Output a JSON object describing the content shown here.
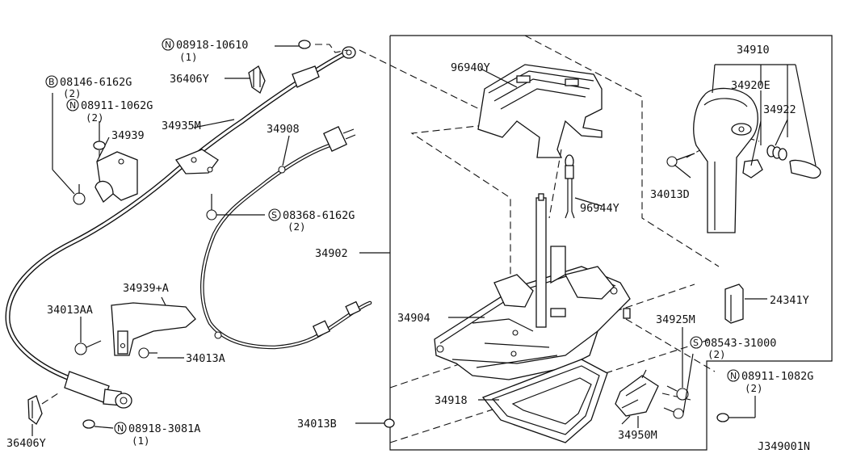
{
  "labels": {
    "p34910": "34910",
    "p96940y": "96940Y",
    "p34920e": "34920E",
    "p34922": "34922",
    "p34013d": "34013D",
    "p96944y": "96944Y",
    "p34902": "34902",
    "p24341y": "24341Y",
    "p34904": "34904",
    "p34925m": "34925M",
    "p34918": "34918",
    "p34950m": "34950M",
    "p34013b": "34013B",
    "p34908": "34908",
    "p34935m": "34935M",
    "p34939": "34939",
    "p36406y_top": "36406Y",
    "p34939a": "34939+A",
    "p34013aa": "34013AA",
    "p34013a": "34013A",
    "p36406y_bot": "36406Y",
    "diagram_code": "J349001N"
  },
  "fasteners": {
    "n_08918_10610": {
      "symbol": "N",
      "code": "08918-10610",
      "qty": "(1)"
    },
    "b_08146_6162g": {
      "symbol": "B",
      "code": "08146-6162G",
      "qty": "(2)"
    },
    "n_08911_1062g": {
      "symbol": "N",
      "code": "08911-1062G",
      "qty": "(2)"
    },
    "s_08368_6162g": {
      "symbol": "S",
      "code": "08368-6162G",
      "qty": "(2)"
    },
    "s_08543_31000": {
      "symbol": "S",
      "code": "08543-31000",
      "qty": "(2)"
    },
    "n_08911_1082g": {
      "symbol": "N",
      "code": "08911-1082G",
      "qty": "(2)"
    },
    "n_08918_3081a": {
      "symbol": "N",
      "code": "08918-3081A",
      "qty": "(1)"
    }
  }
}
